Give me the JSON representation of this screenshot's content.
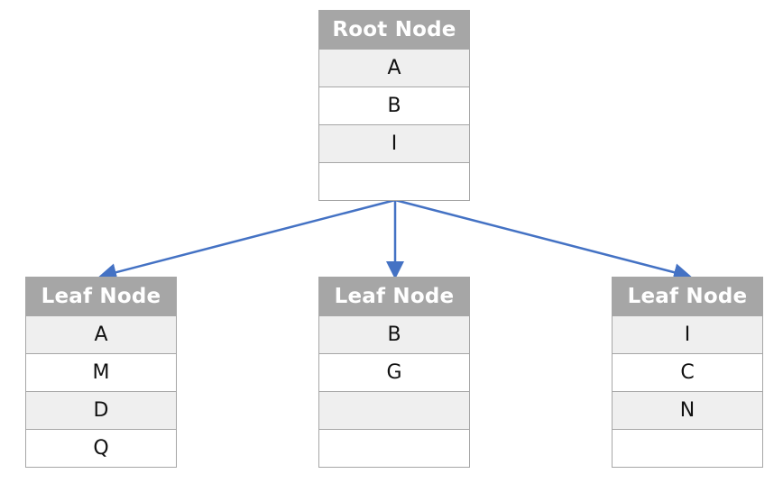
{
  "colors": {
    "header_bg": "#a6a6a6",
    "row_shaded": "#efefef",
    "row_plain": "#ffffff",
    "arrow": "#4472c4"
  },
  "root": {
    "title": "Root Node",
    "rows": [
      "A",
      "B",
      "I",
      ""
    ]
  },
  "leaves": [
    {
      "title": "Leaf Node",
      "rows": [
        "A",
        "M",
        "D",
        "Q"
      ]
    },
    {
      "title": "Leaf Node",
      "rows": [
        "B",
        "G",
        "",
        ""
      ]
    },
    {
      "title": "Leaf Node",
      "rows": [
        "I",
        "C",
        "N",
        ""
      ]
    }
  ]
}
